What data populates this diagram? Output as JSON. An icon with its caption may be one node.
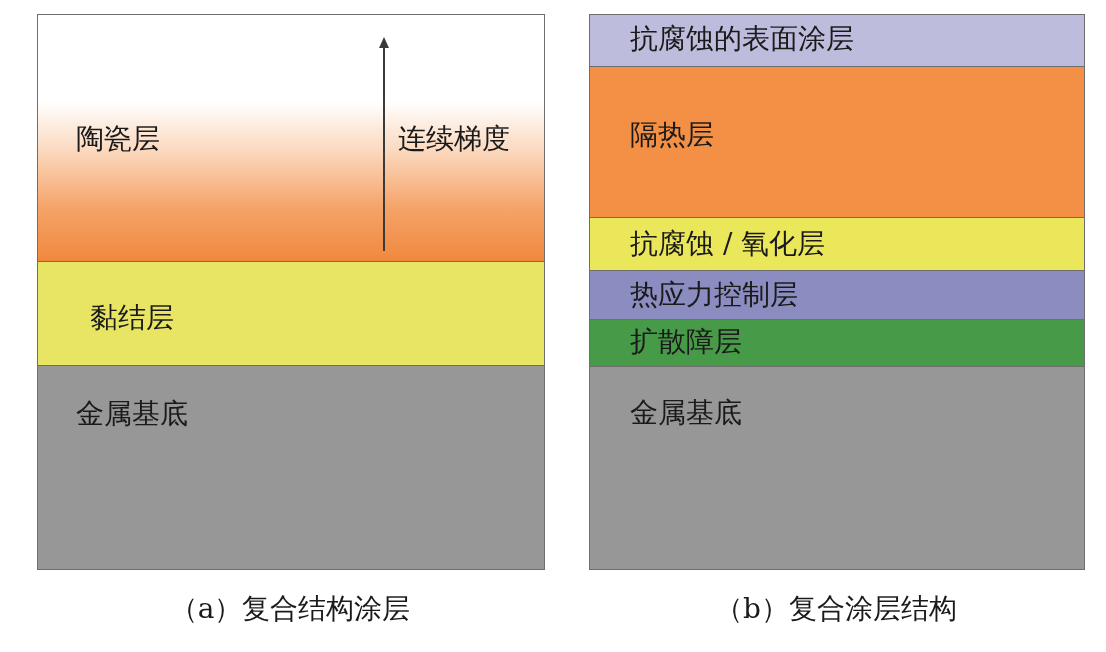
{
  "diagram": {
    "nodes": [
      {
        "text": [
          "陶瓷层",
          "连续梯度"
        ]
      },
      {
        "text": [
          "黏结层"
        ]
      },
      {
        "text": [
          "金属基底"
        ]
      },
      {
        "text": [
          "抗腐蚀的表面涂层"
        ]
      },
      {
        "text": [
          "隔热层"
        ]
      },
      {
        "text": [
          "抗腐蚀 / 氧化层"
        ]
      },
      {
        "text": [
          "热应力控制层"
        ]
      },
      {
        "text": [
          "扩散障层"
        ]
      },
      {
        "text": [
          "金属基底"
        ]
      }
    ],
    "labels": [
      "（a）复合结构涂层",
      "（b）复合涂层结构"
    ]
  }
}
